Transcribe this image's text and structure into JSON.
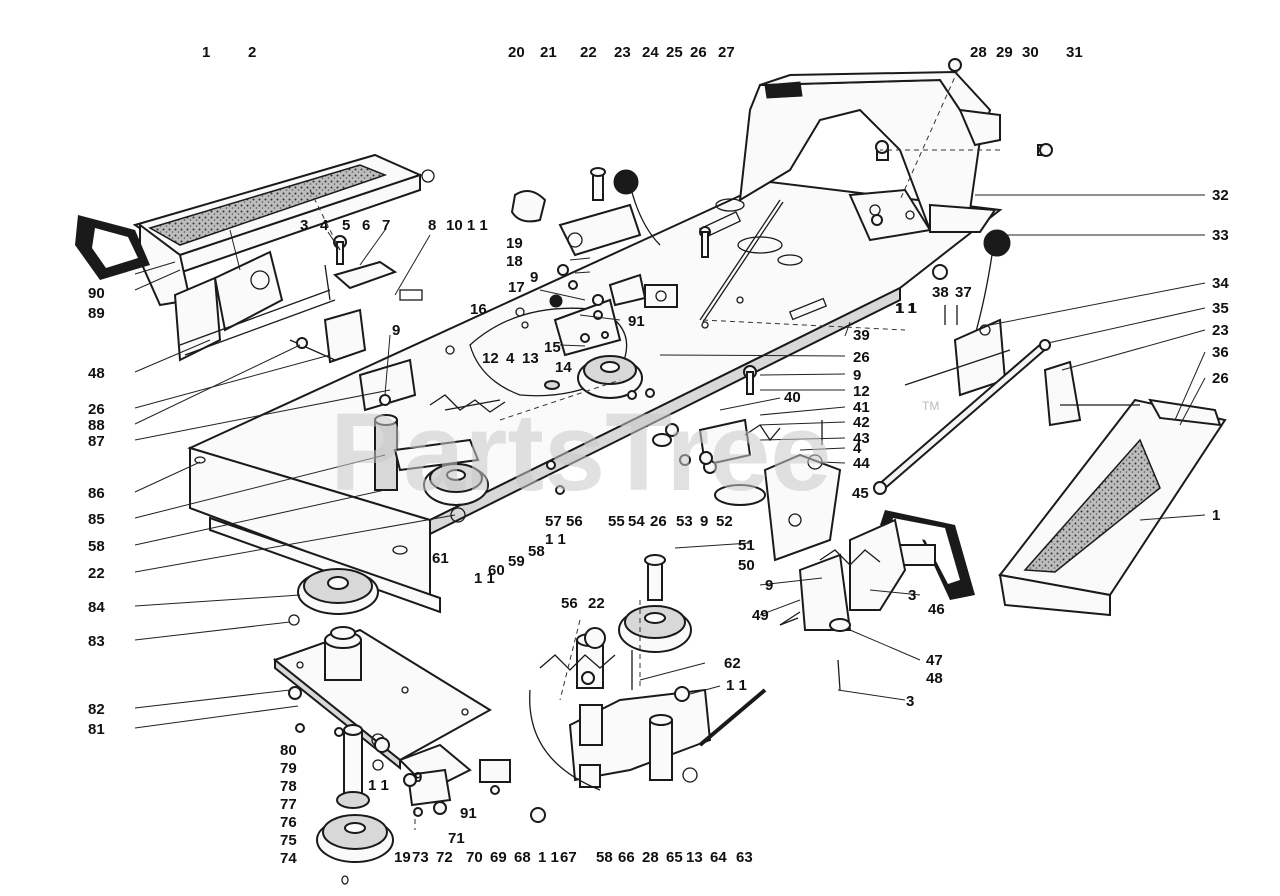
{
  "watermark": {
    "text": "PartsTree",
    "mark": "TM"
  },
  "callouts": [
    {
      "id": "c1",
      "text": "1"
    },
    {
      "id": "c2",
      "text": "2"
    },
    {
      "id": "c3",
      "text": "3"
    },
    {
      "id": "c4",
      "text": "4"
    },
    {
      "id": "c5",
      "text": "5"
    },
    {
      "id": "c6",
      "text": "6"
    },
    {
      "id": "c7",
      "text": "7"
    },
    {
      "id": "c8",
      "text": "8"
    },
    {
      "id": "c9",
      "text": "10 1 1"
    },
    {
      "id": "c10",
      "text": "20"
    },
    {
      "id": "c11",
      "text": "21"
    },
    {
      "id": "c12",
      "text": "22"
    },
    {
      "id": "c13",
      "text": "23"
    },
    {
      "id": "c14",
      "text": "24"
    },
    {
      "id": "c15",
      "text": "25"
    },
    {
      "id": "c16",
      "text": "26"
    },
    {
      "id": "c17",
      "text": "27"
    },
    {
      "id": "c18",
      "text": "28"
    },
    {
      "id": "c19",
      "text": "29"
    },
    {
      "id": "c20",
      "text": "30"
    },
    {
      "id": "c21",
      "text": "31"
    },
    {
      "id": "c22",
      "text": "32"
    },
    {
      "id": "c23",
      "text": "33"
    },
    {
      "id": "c24",
      "text": "34"
    },
    {
      "id": "c25",
      "text": "35"
    },
    {
      "id": "c26",
      "text": "23"
    },
    {
      "id": "c27",
      "text": "36"
    },
    {
      "id": "c28",
      "text": "26"
    },
    {
      "id": "c29",
      "text": "1"
    },
    {
      "id": "c30",
      "text": "90"
    },
    {
      "id": "c31",
      "text": "89"
    },
    {
      "id": "c32",
      "text": "48"
    },
    {
      "id": "c33",
      "text": "26"
    },
    {
      "id": "c34",
      "text": "88"
    },
    {
      "id": "c35",
      "text": "87"
    },
    {
      "id": "c36",
      "text": "86"
    },
    {
      "id": "c37",
      "text": "85"
    },
    {
      "id": "c38",
      "text": "58"
    },
    {
      "id": "c39",
      "text": "22"
    },
    {
      "id": "c40",
      "text": "84"
    },
    {
      "id": "c41",
      "text": "83"
    },
    {
      "id": "c42",
      "text": "82"
    },
    {
      "id": "c43",
      "text": "81"
    },
    {
      "id": "c44",
      "text": "80"
    },
    {
      "id": "c45",
      "text": "79"
    },
    {
      "id": "c46",
      "text": "78"
    },
    {
      "id": "c47",
      "text": "77"
    },
    {
      "id": "c48",
      "text": "76"
    },
    {
      "id": "c49",
      "text": "75"
    },
    {
      "id": "c50",
      "text": "74"
    },
    {
      "id": "c51",
      "text": "19"
    },
    {
      "id": "c52",
      "text": "18"
    },
    {
      "id": "c53",
      "text": "17"
    },
    {
      "id": "c54",
      "text": "9"
    },
    {
      "id": "c55",
      "text": "16"
    },
    {
      "id": "c56",
      "text": "91"
    },
    {
      "id": "c57",
      "text": "15"
    },
    {
      "id": "c58",
      "text": "12"
    },
    {
      "id": "c59",
      "text": "4"
    },
    {
      "id": "c60",
      "text": "13"
    },
    {
      "id": "c61",
      "text": "14"
    },
    {
      "id": "c62",
      "text": "9"
    },
    {
      "id": "c63",
      "text": "1 1"
    },
    {
      "id": "c64",
      "text": "39"
    },
    {
      "id": "c65",
      "text": "26"
    },
    {
      "id": "c66",
      "text": "9"
    },
    {
      "id": "c67",
      "text": "12"
    },
    {
      "id": "c68",
      "text": "40"
    },
    {
      "id": "c69",
      "text": "41"
    },
    {
      "id": "c70",
      "text": "42"
    },
    {
      "id": "c71",
      "text": "43"
    },
    {
      "id": "c72",
      "text": "4"
    },
    {
      "id": "c73",
      "text": "44"
    },
    {
      "id": "c74",
      "text": "38"
    },
    {
      "id": "c75",
      "text": "37"
    },
    {
      "id": "c76",
      "text": "1 1"
    },
    {
      "id": "c77",
      "text": "45"
    },
    {
      "id": "c78",
      "text": "9"
    },
    {
      "id": "c79",
      "text": "3"
    },
    {
      "id": "c80",
      "text": "46"
    },
    {
      "id": "c81",
      "text": "47"
    },
    {
      "id": "c82",
      "text": "48"
    },
    {
      "id": "c83",
      "text": "3"
    },
    {
      "id": "c84",
      "text": "49"
    },
    {
      "id": "c85",
      "text": "51"
    },
    {
      "id": "c86",
      "text": "50"
    },
    {
      "id": "c87",
      "text": "56"
    },
    {
      "id": "c88",
      "text": "22"
    },
    {
      "id": "c89",
      "text": "62"
    },
    {
      "id": "c90",
      "text": "1 1"
    },
    {
      "id": "c91",
      "text": "61"
    },
    {
      "id": "c92",
      "text": "57"
    },
    {
      "id": "c93",
      "text": "56"
    },
    {
      "id": "c94",
      "text": "1 1"
    },
    {
      "id": "c95",
      "text": "55"
    },
    {
      "id": "c96",
      "text": "54"
    },
    {
      "id": "c97",
      "text": "26"
    },
    {
      "id": "c98",
      "text": "53"
    },
    {
      "id": "c99",
      "text": "9"
    },
    {
      "id": "c100",
      "text": "52"
    },
    {
      "id": "c101",
      "text": "1 1"
    },
    {
      "id": "c102",
      "text": "60"
    },
    {
      "id": "c103",
      "text": "59"
    },
    {
      "id": "c104",
      "text": "58"
    },
    {
      "id": "c105",
      "text": "1 1"
    },
    {
      "id": "c106",
      "text": "9"
    },
    {
      "id": "c107",
      "text": "91"
    },
    {
      "id": "c108",
      "text": "71"
    },
    {
      "id": "c109",
      "text": "19"
    },
    {
      "id": "c110",
      "text": "73"
    },
    {
      "id": "c111",
      "text": "72"
    },
    {
      "id": "c112",
      "text": "70"
    },
    {
      "id": "c113",
      "text": "69"
    },
    {
      "id": "c114",
      "text": "68"
    },
    {
      "id": "c115",
      "text": "1 1"
    },
    {
      "id": "c116",
      "text": "67"
    },
    {
      "id": "c117",
      "text": "58"
    },
    {
      "id": "c118",
      "text": "66"
    },
    {
      "id": "c119",
      "text": "28"
    },
    {
      "id": "c120",
      "text": "65"
    },
    {
      "id": "c121",
      "text": "13"
    },
    {
      "id": "c122",
      "text": "64"
    },
    {
      "id": "c123",
      "text": "63"
    }
  ]
}
